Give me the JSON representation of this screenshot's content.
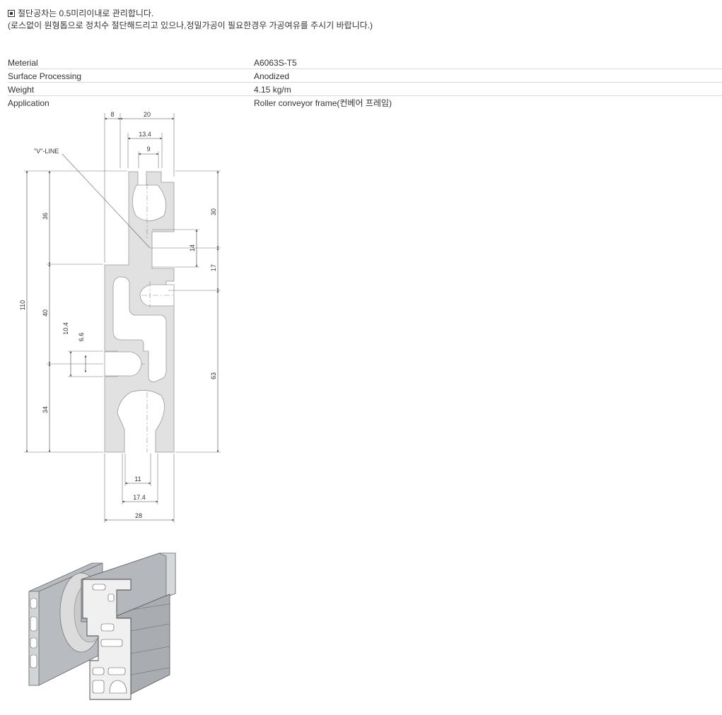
{
  "notice": {
    "line1": "절단공차는 0.5미리이내로 관리합니다.",
    "line2": "(로스없이 원형톱으로 정치수 절단해드리고 있으나,정밀가공이 필요한경우 가공여유를 주시기 바랍니다.)"
  },
  "specs": [
    {
      "label": "Meterial",
      "value": "A6063S-T5"
    },
    {
      "label": "Surface Processing",
      "value": "Anodized"
    },
    {
      "label": "Weight",
      "value": "4.15 kg/m"
    },
    {
      "label": "Application",
      "value": "Roller conveyor frame(컨베어 프레임)"
    }
  ],
  "drawing": {
    "v_line": "\"V\"-LINE",
    "dims": {
      "d8": "8",
      "d20": "20",
      "d13_4": "13.4",
      "d9": "9",
      "d36": "36",
      "d110": "110",
      "d40": "40",
      "d10_4": "10.4",
      "d6_6": "6.6",
      "d34": "34",
      "d30": "30",
      "d14": "14",
      "d17": "17",
      "d63": "63",
      "d11": "11",
      "d17_4": "17.4",
      "d28": "28"
    }
  }
}
